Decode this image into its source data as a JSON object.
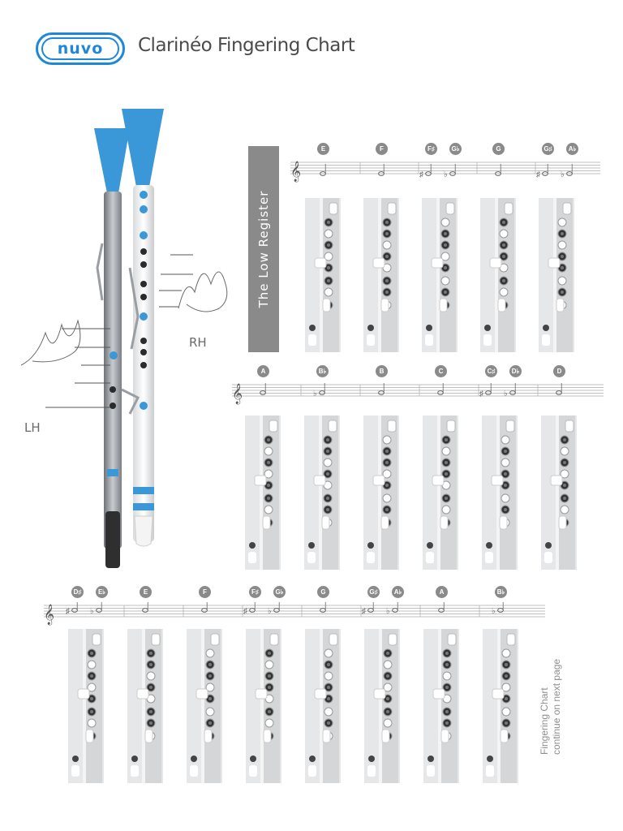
{
  "brand": {
    "logo_text": "nuvo",
    "title": "Clarinéo Fingering Chart"
  },
  "section": {
    "register_label": "The Low Register"
  },
  "hands": {
    "left": "LH",
    "right": "RH"
  },
  "footer_note": {
    "line1": "Fingering Chart",
    "line2": "continue on next page"
  },
  "colors": {
    "accent": "#1e88d8",
    "bar_gray": "#8a8a8a",
    "instrument_blue": "#3a97d8"
  },
  "rows": [
    {
      "notes": [
        {
          "badges": [
            "E"
          ],
          "acc": [
            ""
          ]
        },
        {
          "badges": [
            "F"
          ],
          "acc": [
            ""
          ]
        },
        {
          "badges": [
            "F♯",
            "G♭"
          ],
          "acc": [
            "♯",
            "♭"
          ]
        },
        {
          "badges": [
            "G"
          ],
          "acc": [
            ""
          ]
        },
        {
          "badges": [
            "G♯",
            "A♭"
          ],
          "acc": [
            "♯",
            "♭"
          ]
        }
      ]
    },
    {
      "notes": [
        {
          "badges": [
            "A"
          ],
          "acc": [
            ""
          ]
        },
        {
          "badges": [
            "B♭"
          ],
          "acc": [
            "♭"
          ]
        },
        {
          "badges": [
            "B"
          ],
          "acc": [
            ""
          ]
        },
        {
          "badges": [
            "C"
          ],
          "acc": [
            ""
          ]
        },
        {
          "badges": [
            "C♯",
            "D♭"
          ],
          "acc": [
            "♯",
            "♭"
          ]
        },
        {
          "badges": [
            "D"
          ],
          "acc": [
            ""
          ]
        }
      ]
    },
    {
      "notes": [
        {
          "badges": [
            "D♯",
            "E♭"
          ],
          "acc": [
            "♯",
            "♭"
          ]
        },
        {
          "badges": [
            "E"
          ],
          "acc": [
            ""
          ]
        },
        {
          "badges": [
            "F"
          ],
          "acc": [
            ""
          ]
        },
        {
          "badges": [
            "F♯",
            "G♭"
          ],
          "acc": [
            "♯",
            "♭"
          ]
        },
        {
          "badges": [
            "G"
          ],
          "acc": [
            ""
          ]
        },
        {
          "badges": [
            "G♯",
            "A♭"
          ],
          "acc": [
            "♯",
            "♭"
          ]
        },
        {
          "badges": [
            "A"
          ],
          "acc": [
            ""
          ]
        },
        {
          "badges": [
            "B♭"
          ],
          "acc": [
            "♭"
          ]
        }
      ]
    }
  ]
}
